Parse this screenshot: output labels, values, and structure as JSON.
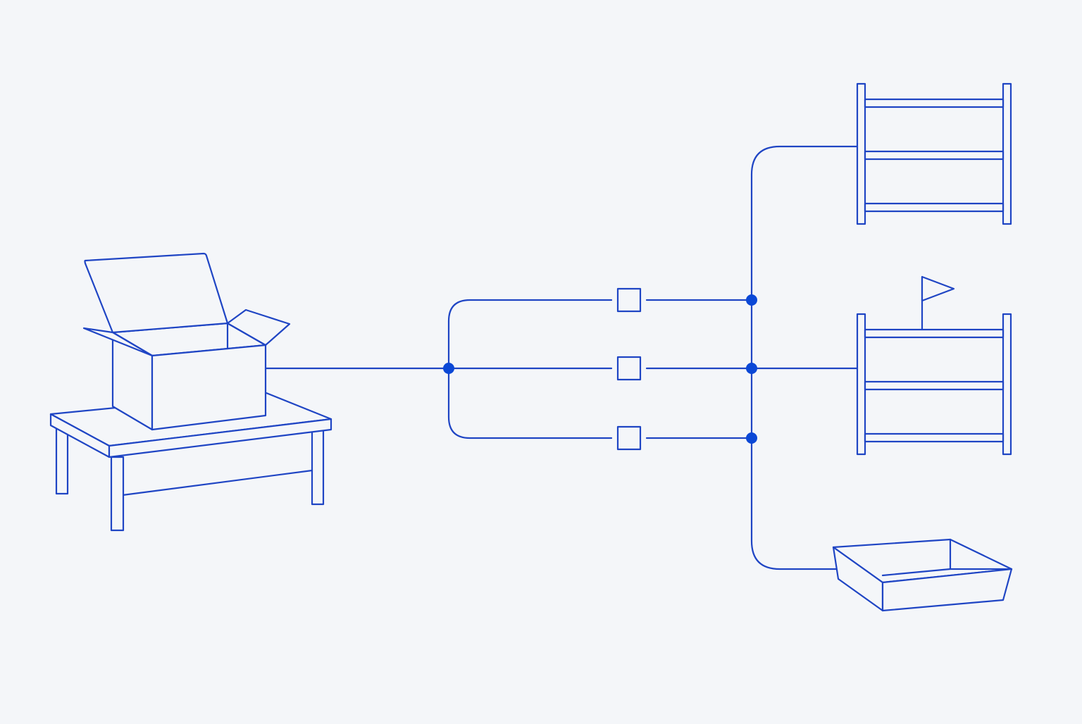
{
  "colors": {
    "background": "#f4f6f9",
    "stroke": "#1f45c4",
    "node": "#0b48d6"
  },
  "diagram": {
    "kind": "flow",
    "source": {
      "icon": "open-box-on-table-icon"
    },
    "junctions": {
      "split": {
        "icon": "split-node-icon"
      },
      "merge": [
        {
          "icon": "merge-node-top-icon"
        },
        {
          "icon": "merge-node-middle-icon"
        },
        {
          "icon": "merge-node-bottom-icon"
        }
      ]
    },
    "paths": [
      {
        "name": "path-top",
        "checkpoint_icon": "checkpoint-square-icon"
      },
      {
        "name": "path-middle",
        "checkpoint_icon": "checkpoint-square-icon"
      },
      {
        "name": "path-bottom",
        "checkpoint_icon": "checkpoint-square-icon"
      }
    ],
    "destinations": [
      {
        "icon": "shelf-rack-icon"
      },
      {
        "icon": "flagged-shelf-rack-icon"
      },
      {
        "icon": "open-tray-icon"
      }
    ]
  }
}
